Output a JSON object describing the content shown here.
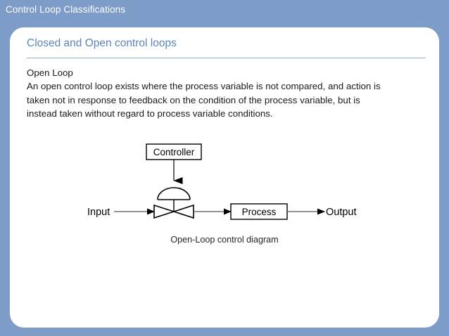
{
  "header": {
    "title": "Control Loop Classifications"
  },
  "card": {
    "title": "Closed and Open control loops",
    "body": {
      "heading": "Open Loop",
      "lines": [
        "An open control loop exists where the process variable is not compared, and action is",
        "taken not in response to feedback on the condition of the process variable, but is",
        "instead taken without regard to process variable conditions."
      ]
    }
  },
  "diagram": {
    "caption": "Open-Loop control diagram",
    "labels": {
      "controller": "Controller",
      "process": "Process",
      "input": "Input",
      "output": "Output"
    },
    "icons": {
      "valve": "control-valve-icon",
      "actuator": "diaphragm-actuator-icon",
      "signal_arrow": "down-arrow-icon",
      "flow_arrow": "right-arrow-icon"
    }
  },
  "colors": {
    "slide_background": "#7d9cc8",
    "card_background": "#ffffff",
    "header_text": "#ffffff",
    "card_title": "#5b84b8",
    "divider": "#8fabd4",
    "body_text": "#1a1a1a",
    "diagram_stroke": "#000000"
  }
}
